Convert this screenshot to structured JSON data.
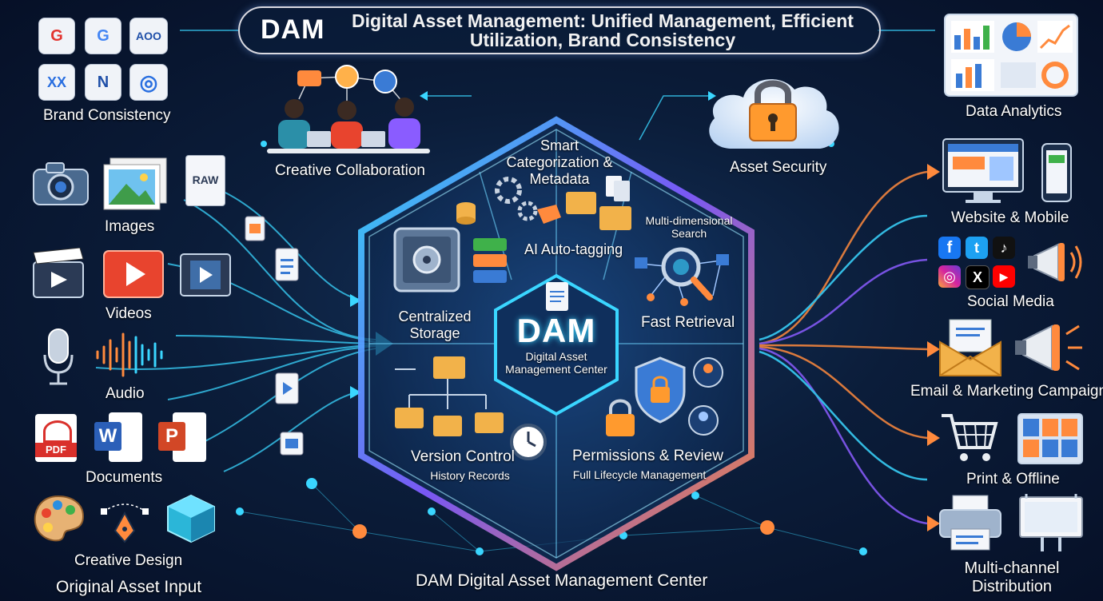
{
  "title": {
    "dam": "DAM",
    "main": "Digital Asset Management: Unified Management, Efficient Utilization, Brand Consistency"
  },
  "left": {
    "brand_consistency": "Brand Consistency",
    "images": "Images",
    "videos": "Videos",
    "audio": "Audio",
    "documents": "Documents",
    "creative_design": "Creative Design",
    "original_input": "Original Asset Input",
    "raw_label": "RAW",
    "pdf_label": "PDF",
    "word_label": "W",
    "ppt_label": "P",
    "brand_tiles": [
      "G",
      "G",
      "AOO",
      "XX",
      "N",
      "◎"
    ]
  },
  "top": {
    "creative_collaboration": "Creative Collaboration",
    "asset_security": "Asset Security"
  },
  "hex": {
    "smart_categorization": "Smart Categorization & Metadata",
    "ai_autotagging": "AI Auto-tagging",
    "multi_search": "Multi-dimensional Search",
    "fast_retrieval": "Fast Retrieval",
    "centralized_storage": "Centralized Storage",
    "version_control": "Version Control",
    "history_records": "History Records",
    "permissions_review": "Permissions & Review",
    "lifecycle": "Full Lifecycle Management",
    "center_dam": "DAM",
    "center_sub": "Digital Asset Management Center"
  },
  "bottom": {
    "center_caption": "DAM Digital Asset Management Center"
  },
  "right": {
    "data_analytics": "Data Analytics",
    "website_mobile": "Website & Mobile",
    "social_media": "Social Media",
    "email_marketing": "Email & Marketing Campaigns",
    "print_offline": "Print & Offline",
    "multichannel": "Multi-channel Distribution",
    "social_icons": [
      "f",
      "t",
      "♪",
      "◎",
      "X",
      "▶"
    ]
  },
  "colors": {
    "cyan": "#3ad6ff",
    "orange": "#ff8a3d",
    "purple": "#8a5cff",
    "navy": "#0b1d3a"
  }
}
